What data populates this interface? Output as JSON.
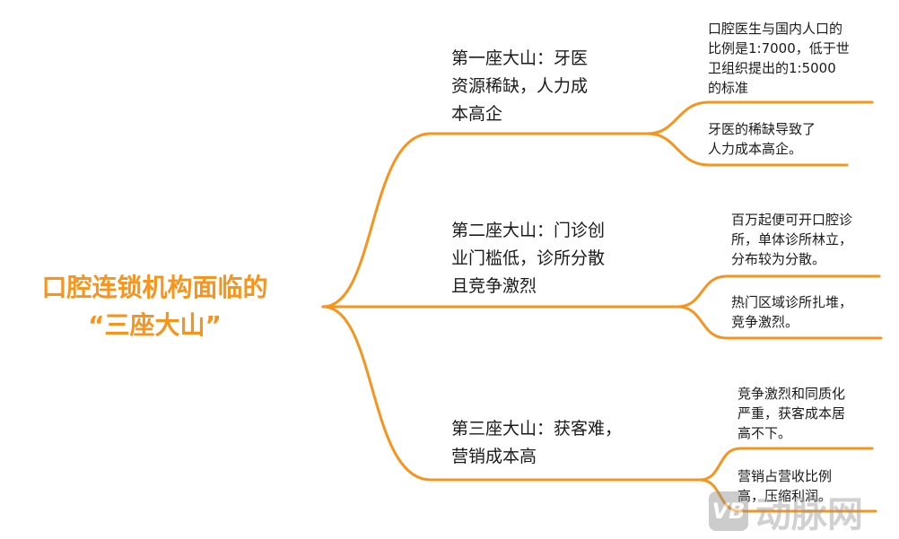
{
  "colors": {
    "accent": "#f7941d",
    "text": "#1a1a1a",
    "line": "#f7941d"
  },
  "root": {
    "line1": "口腔连锁机构面临的",
    "line2": "“三座大山”"
  },
  "branches": [
    {
      "label": "第一座大山：牙医资源稀缺，人力成本高企",
      "lines": [
        "第一座大山：牙医",
        "资源稀缺，人力成",
        "本高企"
      ],
      "leaves": [
        {
          "lines": [
            "口腔医生与国内人口的",
            "比例是1:7000，低于世",
            "卫组织提出的1:5000",
            "的标准"
          ]
        },
        {
          "lines": [
            "牙医的稀缺导致了",
            "人力成本高企。"
          ]
        }
      ]
    },
    {
      "label": "第二座大山：门诊创业门槛低，诊所分散且竞争激烈",
      "lines": [
        "第二座大山：门诊创",
        "业门槛低，诊所分散",
        "且竞争激烈"
      ],
      "leaves": [
        {
          "lines": [
            "百万起便可开口腔诊",
            "所，单体诊所林立，",
            "分布较为分散。"
          ]
        },
        {
          "lines": [
            "热门区域诊所扎堆，",
            "竞争激烈。"
          ]
        }
      ]
    },
    {
      "label": "第三座大山：获客难，营销成本高",
      "lines": [
        "第三座大山：获客难，",
        "营销成本高"
      ],
      "leaves": [
        {
          "lines": [
            "竞争激烈和同质化",
            "严重，获客成本居",
            "高不下。"
          ]
        },
        {
          "lines": [
            "营销占营收比例",
            "高，压缩利润。"
          ]
        }
      ]
    }
  ],
  "watermark": {
    "logo": "VB",
    "text": "动脉网"
  }
}
